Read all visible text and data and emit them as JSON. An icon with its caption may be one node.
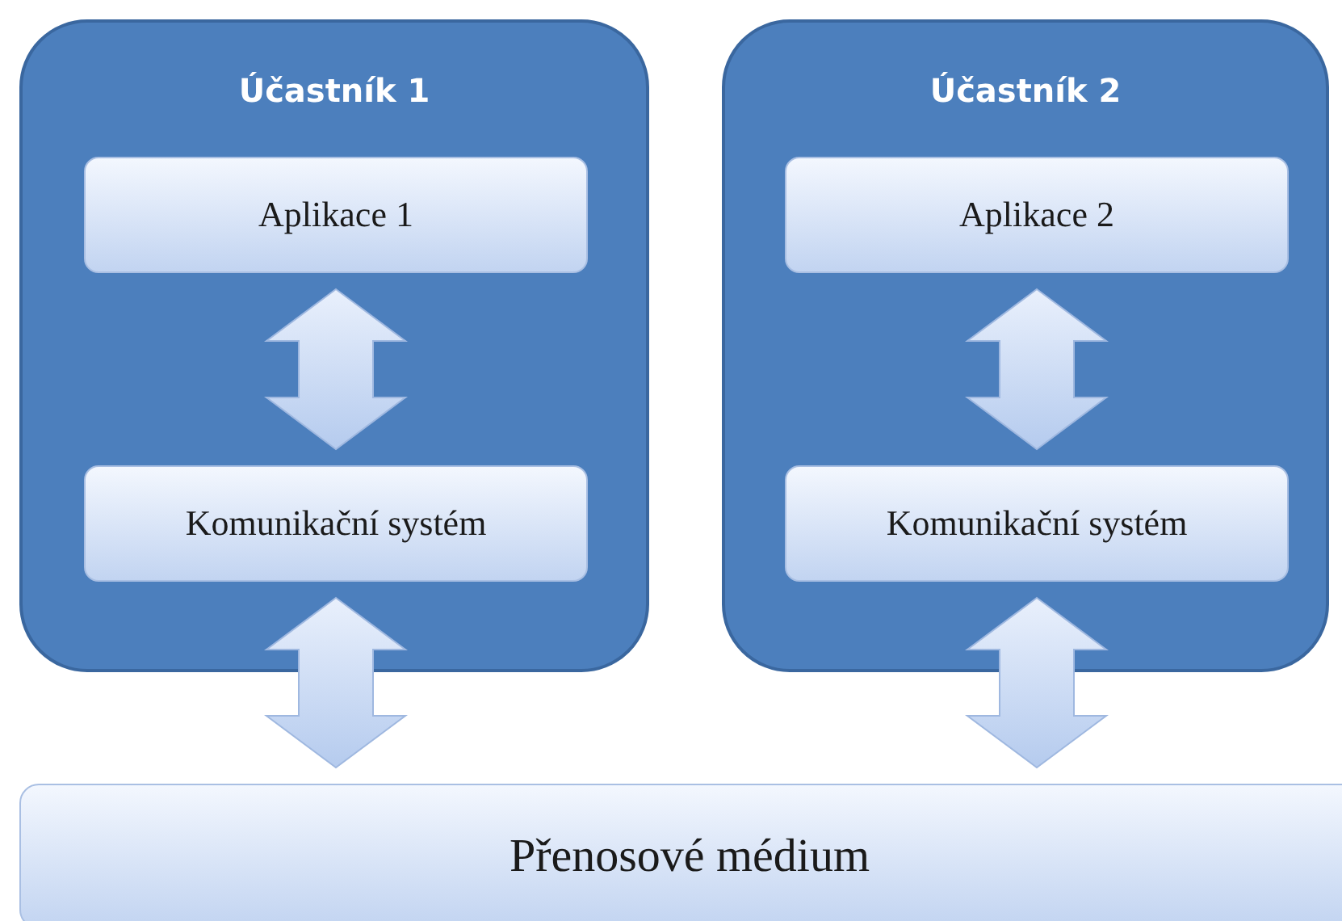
{
  "diagram": {
    "nodes": [
      {
        "text": [
          "Účastník 1"
        ]
      },
      {
        "text": [
          "Aplikace 1"
        ],
        "in": 0
      },
      {
        "text": [
          "Komunikační systém"
        ],
        "in": 0
      },
      {
        "text": [
          "Účastník 2"
        ]
      },
      {
        "text": [
          "Aplikace 2"
        ],
        "in": 3
      },
      {
        "text": [
          "Komunikační systém"
        ],
        "in": 3
      },
      {
        "text": [
          "Přenosové médium"
        ]
      }
    ],
    "edges": [
      {
        "from": 1,
        "to": 2,
        "arrow": "both"
      },
      {
        "from": 2,
        "to": 6,
        "arrow": "both"
      },
      {
        "from": 4,
        "to": 5,
        "arrow": "both"
      },
      {
        "from": 5,
        "to": 6,
        "arrow": "both"
      }
    ]
  }
}
